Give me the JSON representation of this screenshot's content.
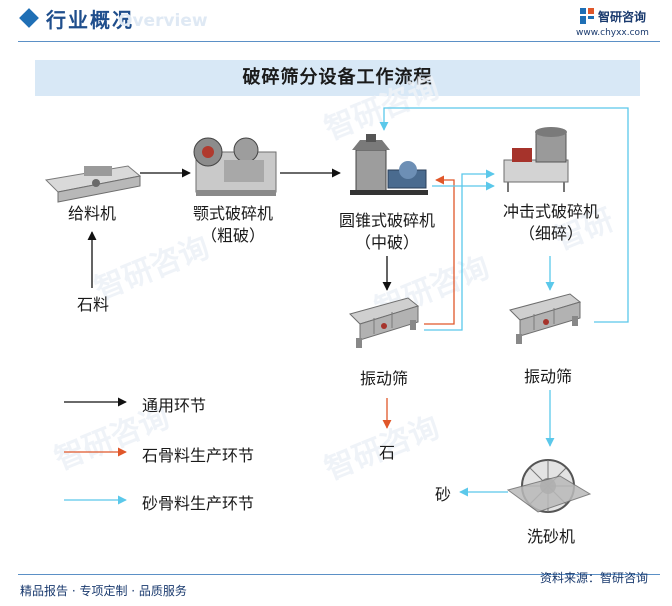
{
  "header": {
    "title": "行业概况",
    "ghost_text": "Overview",
    "brand_name": "智研咨询",
    "brand_url": "www.chyxx.com"
  },
  "banner_title": "破碎筛分设备工作流程",
  "nodes": {
    "feeder": "给料机",
    "jaw_line1": "颚式破碎机",
    "jaw_line2": "（粗破）",
    "cone_line1": "圆锥式破碎机",
    "cone_line2": "（中破）",
    "impact_line1": "冲击式破碎机",
    "impact_line2": "（细碎）",
    "stone_input": "石料",
    "screen1": "振动筛",
    "screen2": "振动筛",
    "stone_output": "石",
    "sand_output": "砂",
    "sand_washer": "洗砂机"
  },
  "legend": [
    {
      "label": "通用环节",
      "color": "#000000"
    },
    {
      "label": "石骨料生产环节",
      "color": "#e0572a"
    },
    {
      "label": "砂骨料生产环节",
      "color": "#5bc8ea"
    }
  ],
  "footer": {
    "left": "精品报告 · 专项定制 · 品质服务",
    "source": "资料来源：智研咨询"
  }
}
